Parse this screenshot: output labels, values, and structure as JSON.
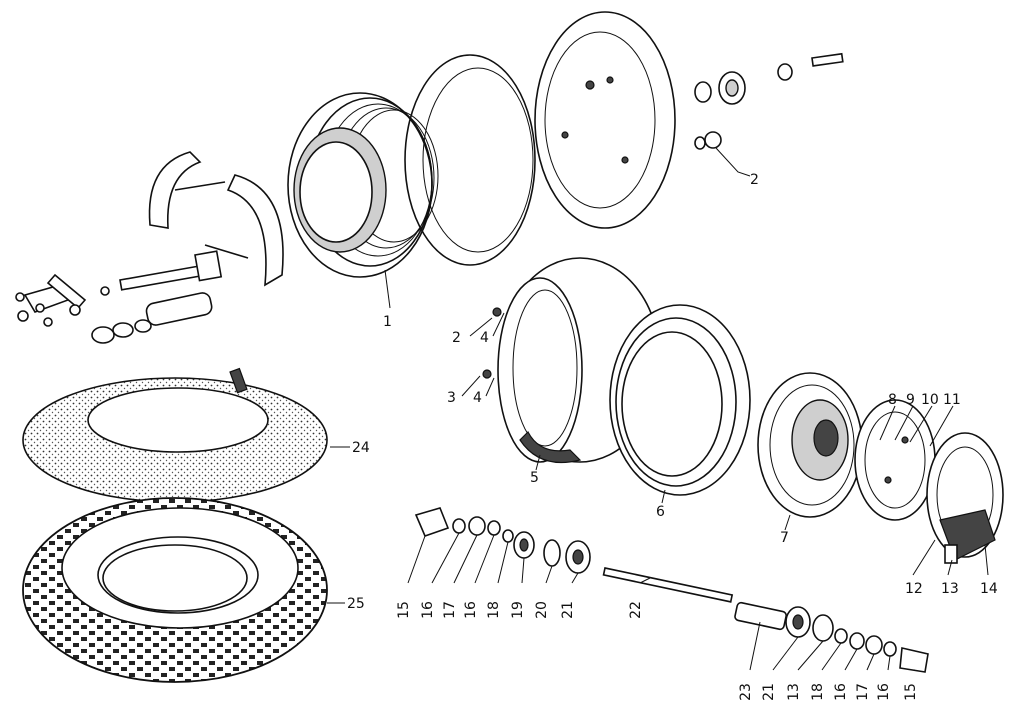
{
  "diagram": {
    "labels": [
      "1",
      "2",
      "2",
      "4",
      "3",
      "4",
      "5",
      "6",
      "7",
      "8",
      "9",
      "10",
      "11",
      "12",
      "13",
      "14",
      "15",
      "16",
      "17",
      "16",
      "18",
      "19",
      "20",
      "21",
      "22",
      "23",
      "21",
      "13",
      "18",
      "16",
      "17",
      "16",
      "15",
      "24",
      "25"
    ]
  }
}
